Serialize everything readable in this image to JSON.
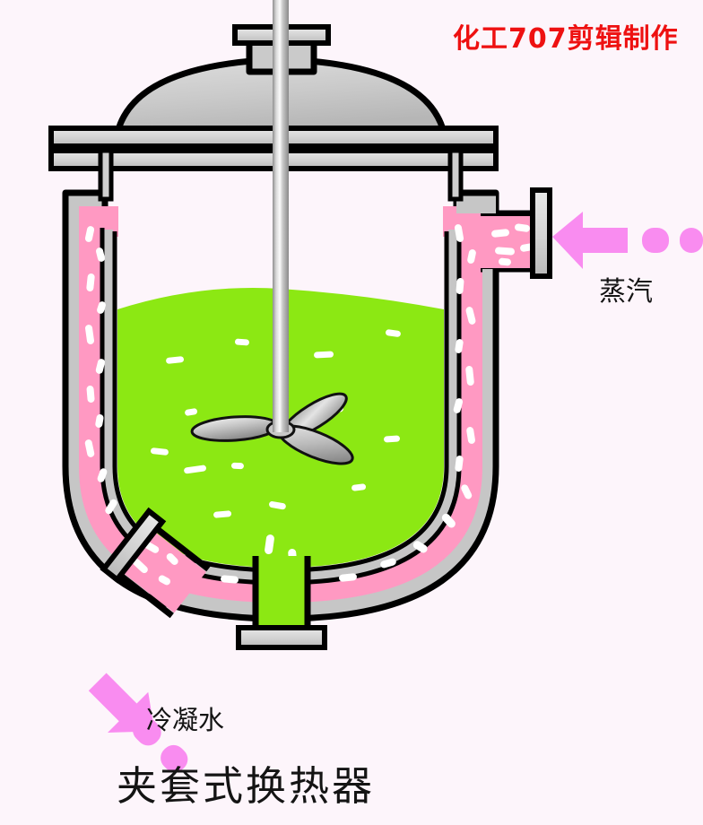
{
  "figure": {
    "title": "夹套式换热器",
    "watermark": "化工707剪辑制作",
    "background_color": "#fdf5fb"
  },
  "labels": {
    "steam": "蒸汽",
    "condensate": "冷凝水",
    "title": "夹套式换热器"
  },
  "colors": {
    "watermark": "#ee1111",
    "steel_light": "#e2e2e2",
    "steel_mid": "#c6c6c6",
    "steel_dark": "#a8a8a8",
    "outline": "#000000",
    "jacket_fluid": "#ff99c2",
    "jacket_fluid_marks": "#ffffff",
    "process_liquid": "#8ce813",
    "arrow": "#f98cf0",
    "background": "#fdf5fb",
    "text": "#141414"
  },
  "components": {
    "shaft": "agitator-shaft",
    "shaft_flange": "shaft-gland-flange",
    "dome_lid": "dished-head-lid",
    "body_flange_upper": "lid-flange-plate",
    "body_flange_lower": "vessel-flange-plate",
    "jacket": "steam-jacket-annulus",
    "inner_wall": "vessel-inner-wall",
    "liquid": "process-liquid",
    "impeller": "three-blade-propeller-impeller",
    "steam_inlet_nozzle": "steam-inlet-nozzle",
    "steam_inlet_flange": "steam-inlet-flange",
    "condensate_outlet_nozzle": "condensate-outlet-nozzle",
    "condensate_outlet_flange": "condensate-outlet-flange",
    "bottom_drain_nozzle": "bottom-drain-nozzle",
    "bottom_drain_flange": "bottom-drain-flange",
    "steam_arrow": "steam-flow-arrow",
    "condensate_arrow": "condensate-flow-arrow"
  },
  "chart_data": {
    "type": "diagram",
    "title": "夹套式换热器",
    "annotations": [
      {
        "name": "steam-inlet",
        "label": "蒸汽",
        "position": "right",
        "direction": "inward"
      },
      {
        "name": "condensate-outlet",
        "label": "冷凝水",
        "position": "bottom-left",
        "direction": "outward"
      }
    ]
  }
}
